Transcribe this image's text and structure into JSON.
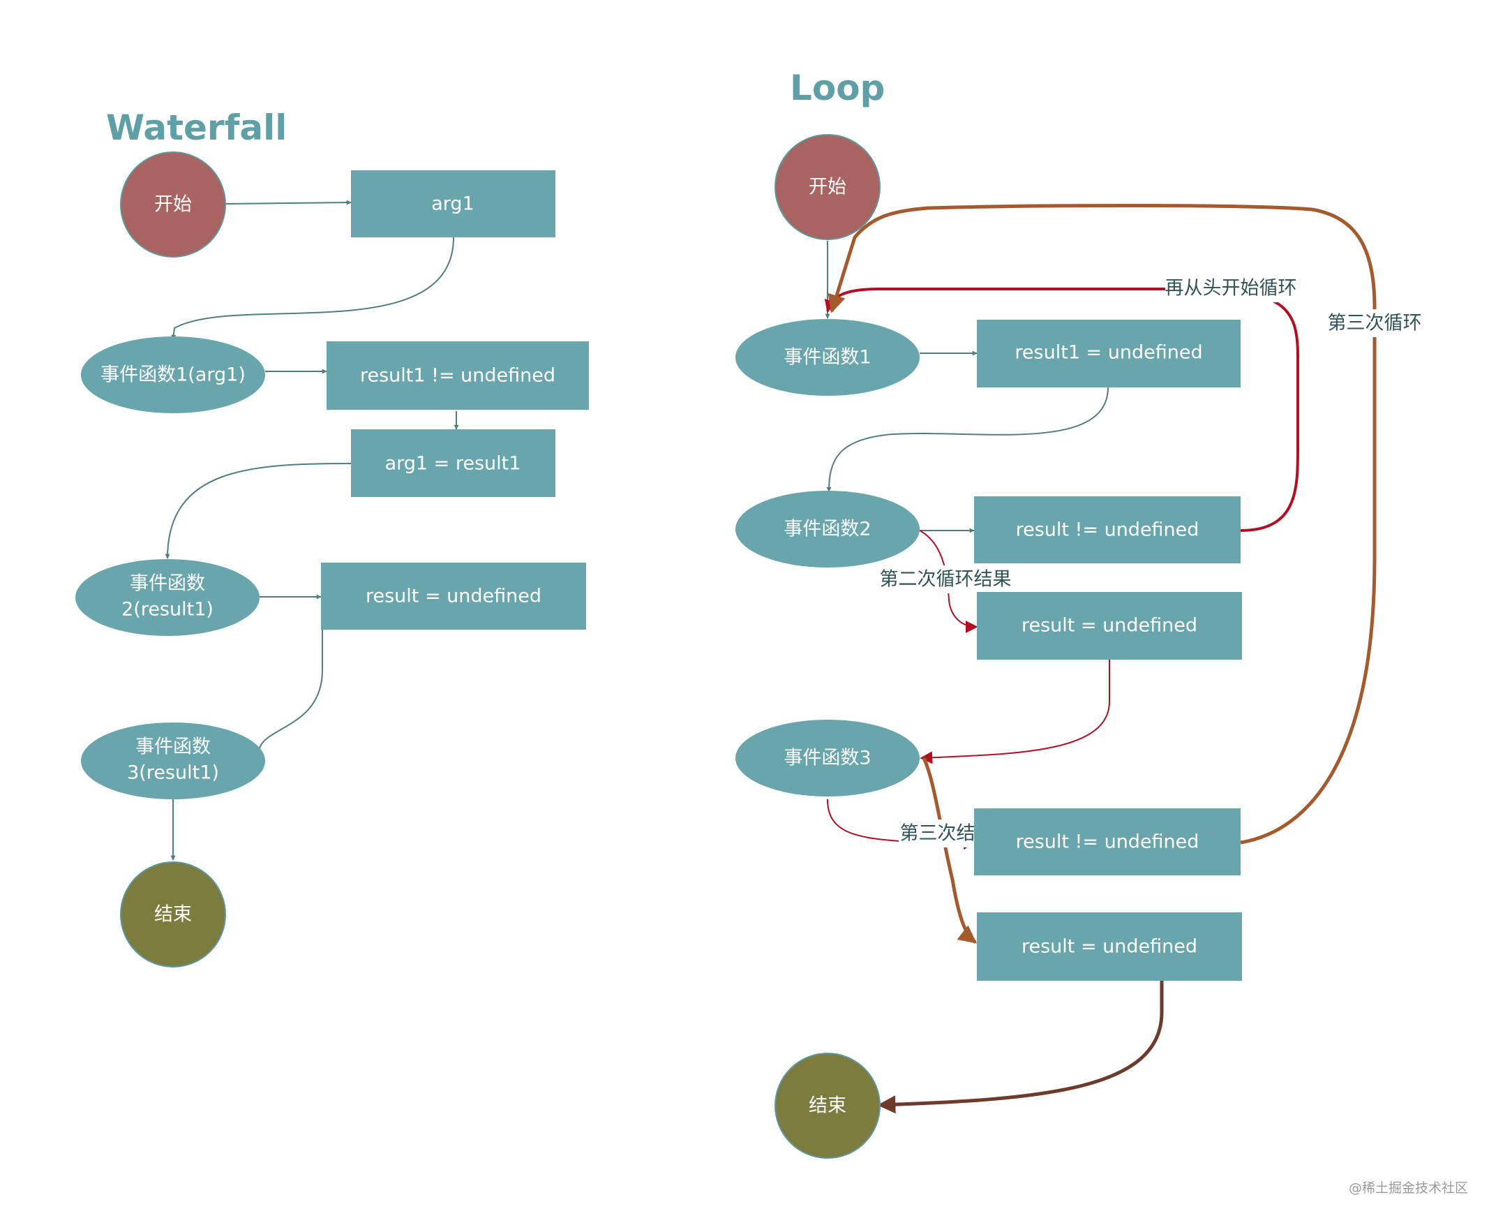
{
  "colors": {
    "start_node": "#a96360",
    "end_node": "#7b7c3e",
    "process_node": "#69a5ac",
    "node_stroke": "#5f969b",
    "edge_teal": "#4f7d83",
    "edge_red": "#b30f22",
    "edge_orange": "#a45a2c",
    "edge_dark": "#6e3a2a",
    "title": "#5fa0a6"
  },
  "waterfall": {
    "title": "Waterfall",
    "start": "开始",
    "arg1": "arg1",
    "fn1": "事件函数1(arg1)",
    "result1_not_undefined": "result1 != undefined",
    "assign": "arg1  = result1",
    "fn2_line1": "事件函数",
    "fn2_line2": "2(result1)",
    "result_undefined": "result = undefined",
    "fn3_line1": "事件函数",
    "fn3_line2": "3(result1)",
    "end": "结束"
  },
  "loop": {
    "title": "Loop",
    "start": "开始",
    "fn1": "事件函数1",
    "result1_undefined": "result1 = undefined",
    "fn2": "事件函数2",
    "result_not_undefined_a": "result != undefined",
    "result_undefined_a": "result = undefined",
    "fn3": "事件函数3",
    "result_not_undefined_b": "result != undefined",
    "result_undefined_b": "result = undefined",
    "end": "结束",
    "label_restart": "再从头开始循环",
    "label_third_loop": "第三次循环",
    "label_second_result": "第二次循环结果",
    "label_third_result": "第三次结果"
  },
  "watermark": "@稀土掘金技术社区"
}
